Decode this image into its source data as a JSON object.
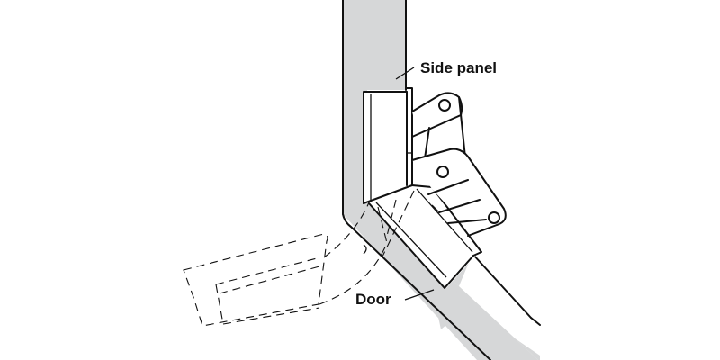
{
  "diagram": {
    "type": "concealed cabinet hinge, door open position (cross-section)",
    "labels": {
      "side_panel": "Side panel",
      "door": "Door"
    },
    "colors": {
      "panel_fill": "#d6d7d8",
      "line": "#111111",
      "background": "#ffffff"
    }
  }
}
